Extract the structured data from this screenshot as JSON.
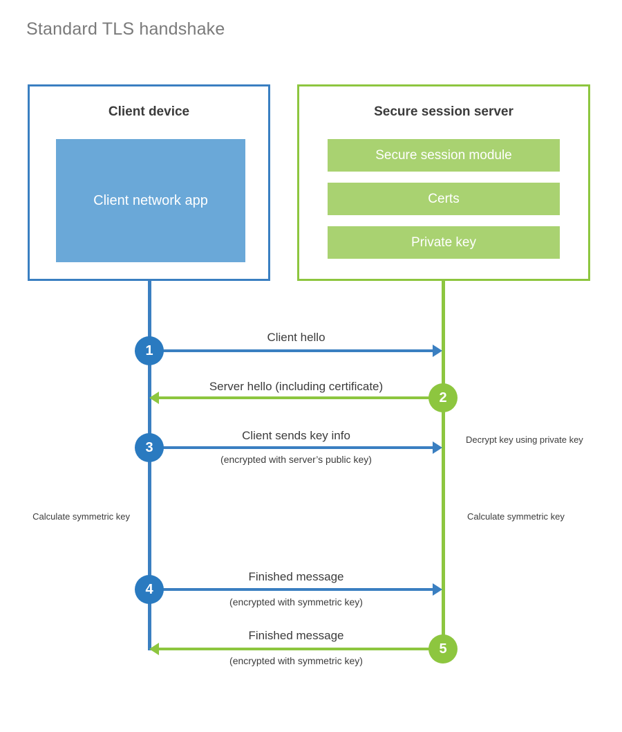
{
  "title": "Standard TLS handshake",
  "colors": {
    "client_blue": "#3a7fc1",
    "client_app_fill": "#6aa8d8",
    "step_blue": "#2a7ac0",
    "server_green": "#8dc63f",
    "server_block_fill": "#a9d271",
    "text_dark": "#3b3b3b",
    "title_gray": "#7a7a7a",
    "background": "#ffffff"
  },
  "client": {
    "title": "Client device",
    "app_label": "Client network app"
  },
  "server": {
    "title": "Secure session server",
    "blocks": [
      {
        "label": "Secure session module"
      },
      {
        "label": "Certs"
      },
      {
        "label": "Private key"
      }
    ]
  },
  "steps": [
    {
      "number": "1",
      "direction": "client-to-server",
      "color": "blue",
      "primary": "Client hello",
      "secondary": ""
    },
    {
      "number": "2",
      "direction": "server-to-client",
      "color": "green",
      "primary": "Server hello (including certificate)",
      "secondary": ""
    },
    {
      "number": "3",
      "direction": "client-to-server",
      "color": "blue",
      "primary": "Client sends key info",
      "secondary": "(encrypted with server’s public key)"
    },
    {
      "number": "4",
      "direction": "client-to-server",
      "color": "blue",
      "primary": "Finished message",
      "secondary": "(encrypted with symmetric key)"
    },
    {
      "number": "5",
      "direction": "server-to-client",
      "color": "green",
      "primary": "Finished message",
      "secondary": "(encrypted with symmetric key)"
    }
  ],
  "notes": {
    "server_decrypt": "Decrypt key using private key",
    "client_calculate": "Calculate symmetric key",
    "server_calculate": "Calculate symmetric key"
  }
}
